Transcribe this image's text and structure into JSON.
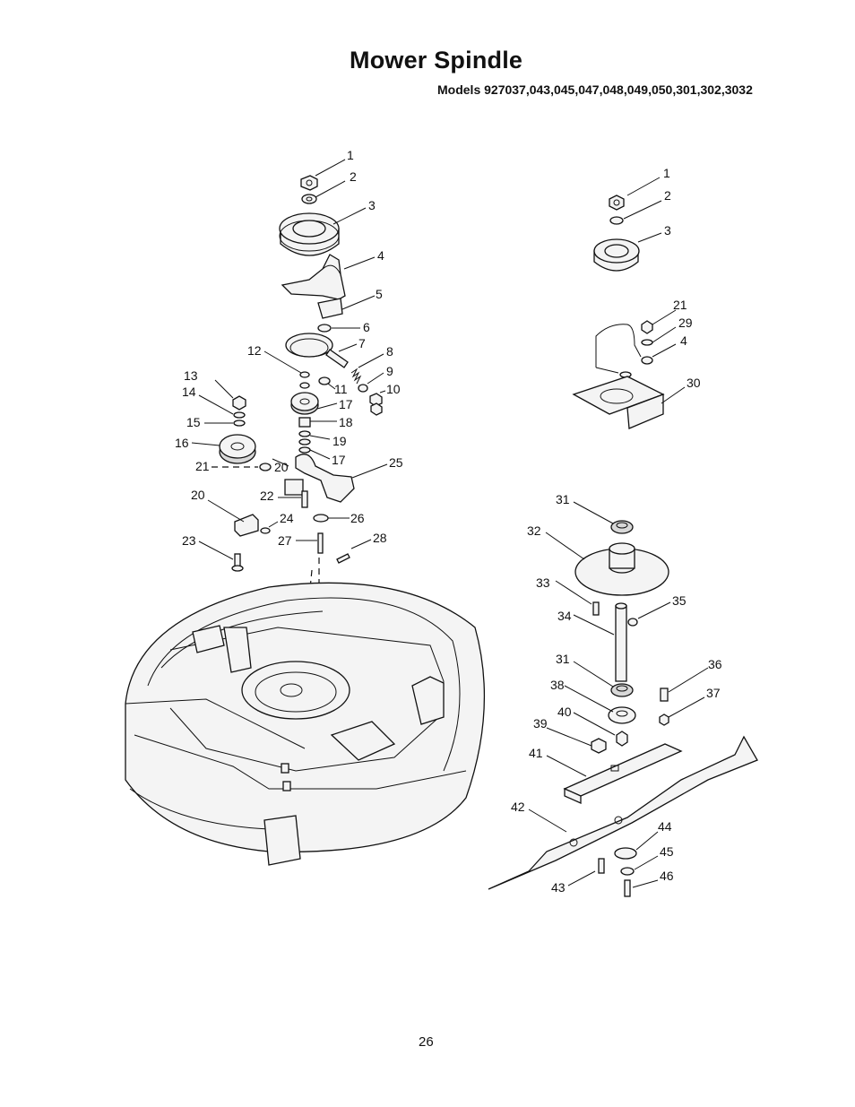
{
  "page": {
    "title": "Mower Spindle",
    "subtitle": "Models 927037,043,045,047,048,049,050,301,302,3032",
    "page_number": "26"
  },
  "left_labels": [
    "1",
    "2",
    "3",
    "4",
    "5",
    "6",
    "7",
    "8",
    "9",
    "10",
    "11",
    "12",
    "13",
    "14",
    "15",
    "16",
    "17",
    "17",
    "18",
    "19",
    "20",
    "20",
    "21",
    "22",
    "23",
    "24",
    "25",
    "26",
    "27",
    "28"
  ],
  "right_labels": [
    "1",
    "2",
    "3",
    "21",
    "29",
    "4",
    "30",
    "31",
    "32",
    "33",
    "34",
    "35",
    "31",
    "36",
    "37",
    "38",
    "40",
    "39",
    "41",
    "42",
    "43",
    "44",
    "45",
    "46"
  ]
}
